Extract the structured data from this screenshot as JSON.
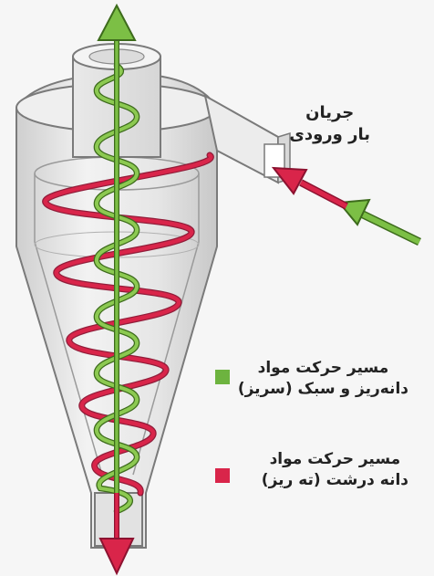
{
  "labels": {
    "inflow_line1": "جریان",
    "inflow_line2": "بار ورودی"
  },
  "legend": [
    {
      "line1": "مسیر حرکت مواد",
      "line2": "دانه‌ریز و سبک (سریز)",
      "color": "#6db33f"
    },
    {
      "line1": "مسیر حرکت مواد",
      "line2": "دانه درشت (ته ریز)",
      "color": "#d9254a"
    }
  ],
  "colors": {
    "fine_path": "#7cbf45",
    "coarse_path": "#d9254a",
    "body_outline": "#7a7a7a",
    "body_fill": "#e4e4e4",
    "background": "#f6f6f6"
  }
}
